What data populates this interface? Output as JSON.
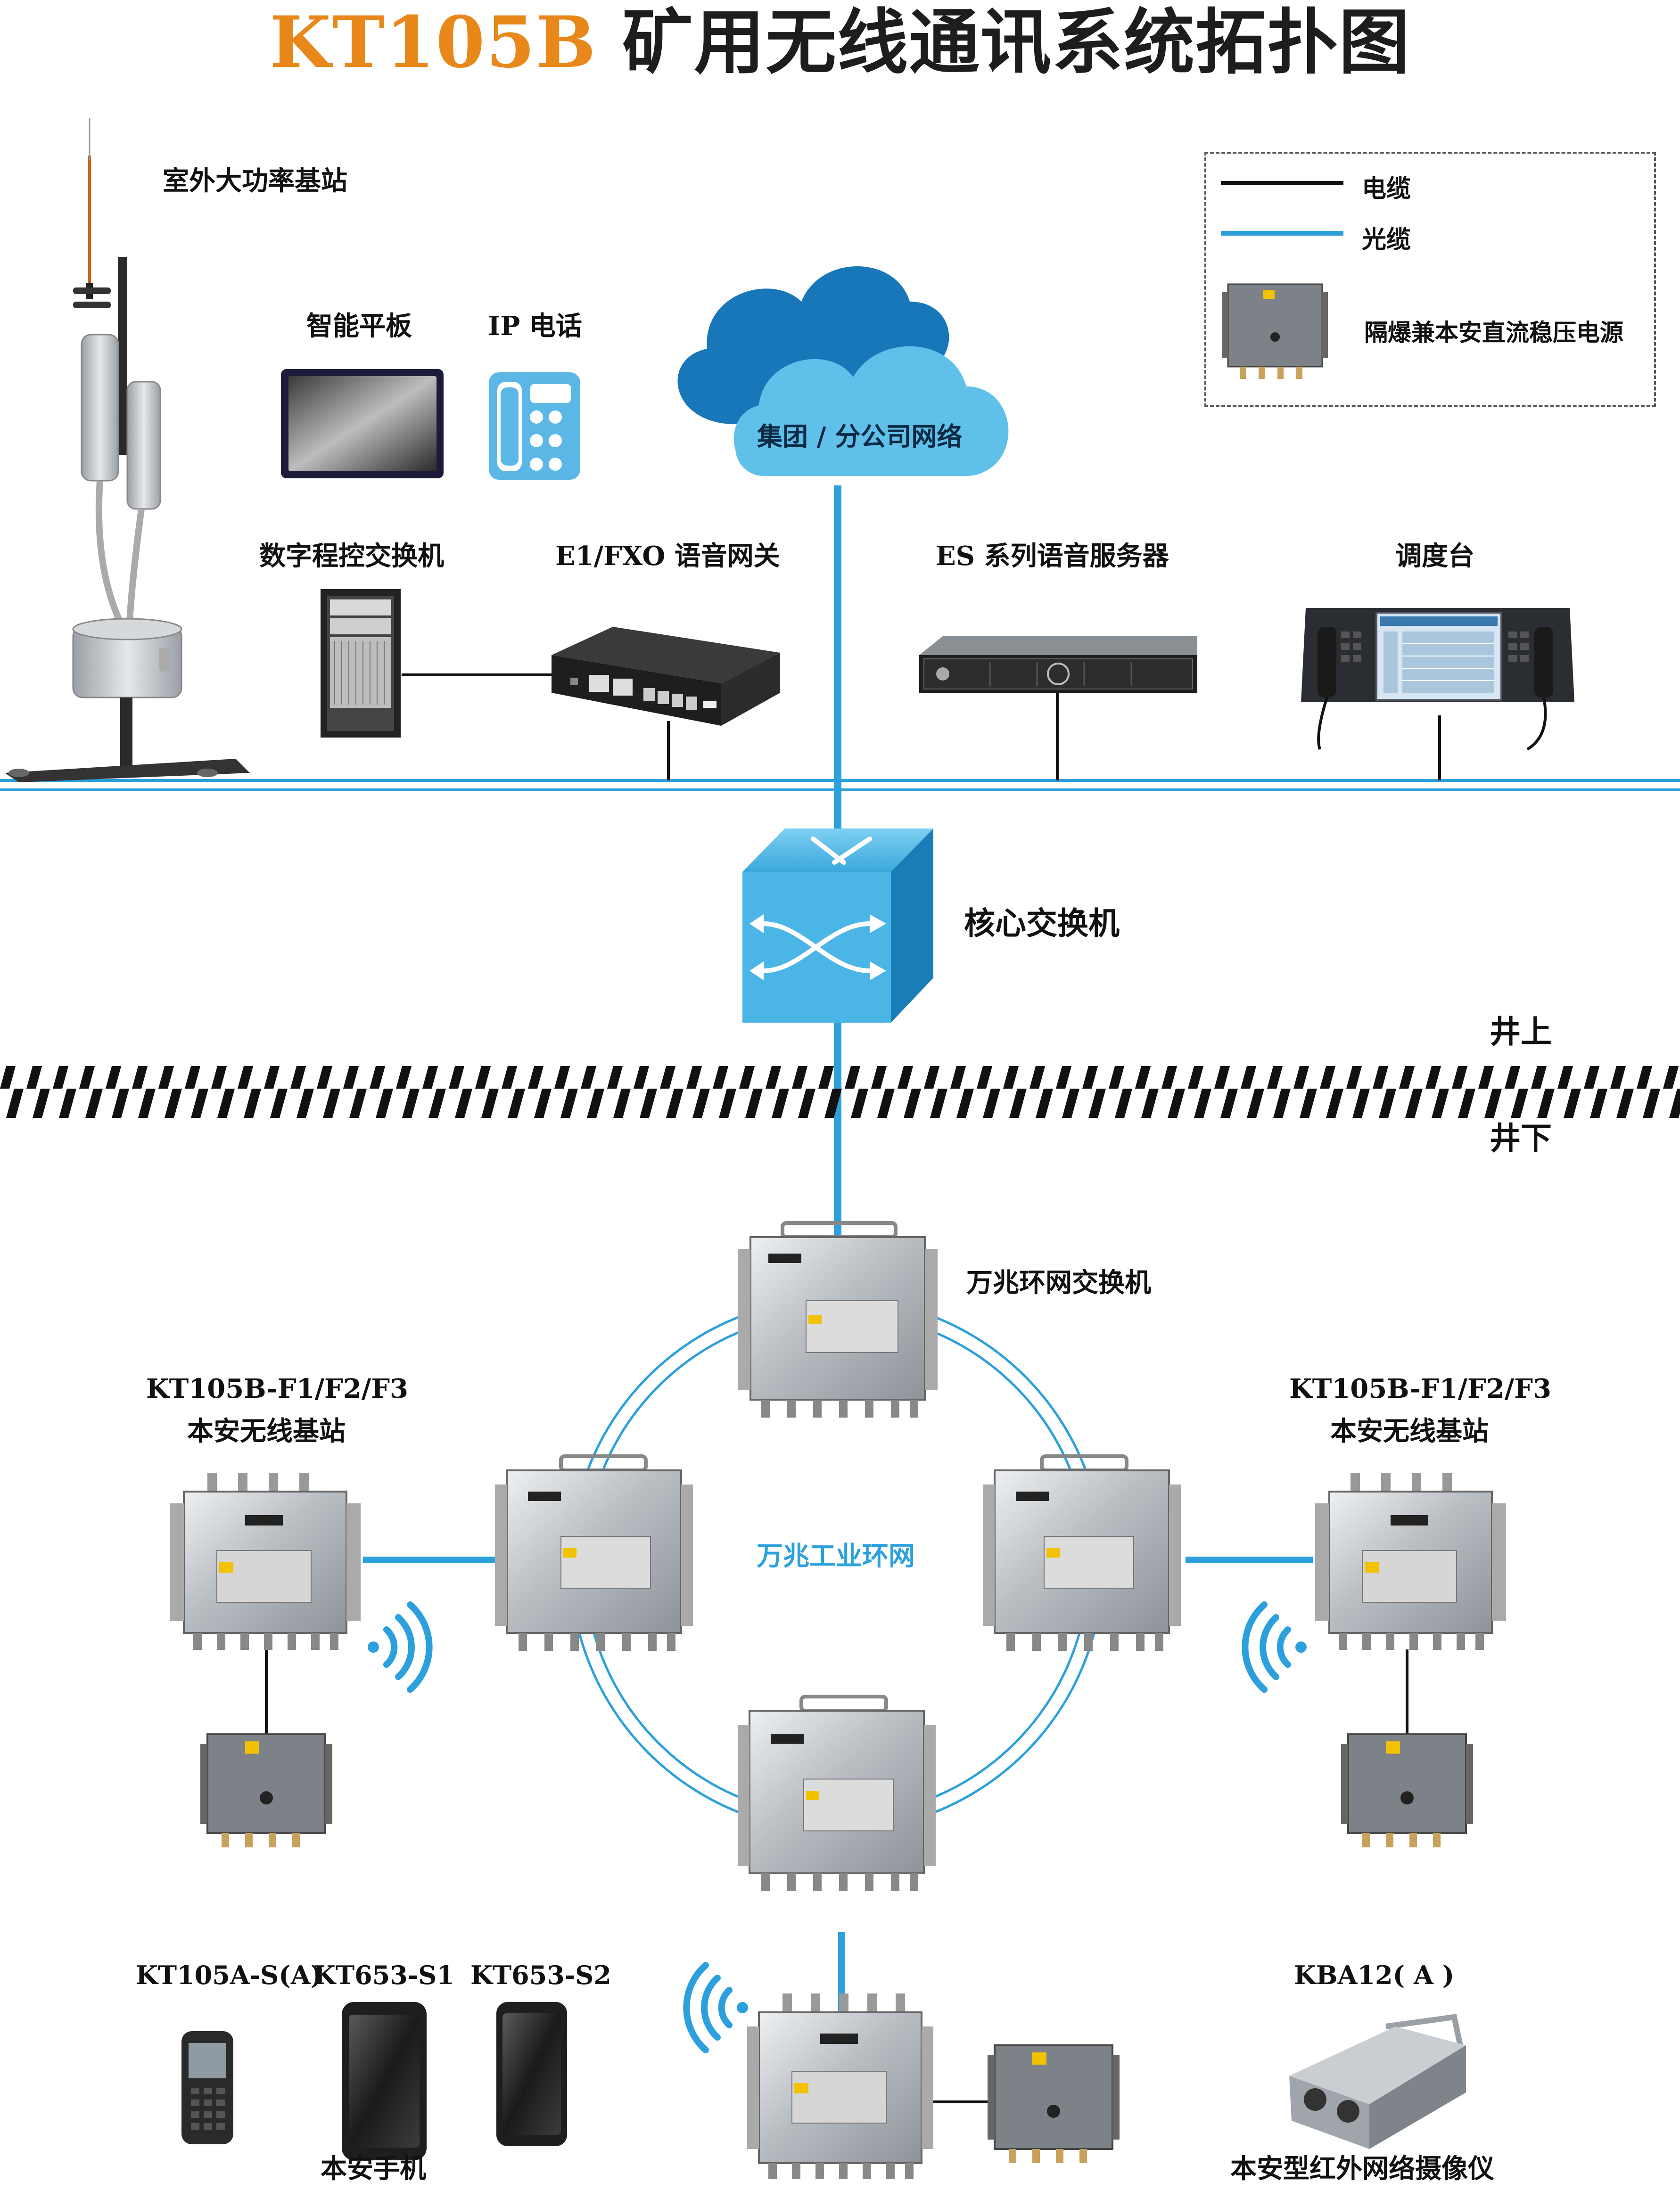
{
  "title": {
    "model": "KT105B",
    "main": " 矿用无线通讯系统拓扑图"
  },
  "legend": {
    "cable": "电缆",
    "fiber": "光缆",
    "power": "隔爆兼本安直流稳压电源"
  },
  "colors": {
    "fiber": "#2ba0dc",
    "cable": "#111111",
    "title_accent": "#e8871a",
    "cloud_dark": "#1777b8",
    "cloud_light": "#5fc0ea"
  },
  "surface": {
    "outdoor_station": "室外大功率基站",
    "tablet": "智能平板",
    "ip_phone": "IP 电话",
    "cloud": "集团 / 分公司网络",
    "pbx": "数字程控交换机",
    "gateway": "E1/FXO 语音网关",
    "voice_server": "ES 系列语音服务器",
    "console": "调度台",
    "core_switch": "核心交换机"
  },
  "boundary": {
    "above": "井上",
    "below": "井下"
  },
  "underground": {
    "ring_switch": "万兆环网交换机",
    "ring": "万兆工业环网",
    "bs_left_model": "KT105B-F1/F2/F3",
    "bs_left_name": "本安无线基站",
    "bs_right_model": "KT105B-F1/F2/F3",
    "bs_right_name": "本安无线基站",
    "phone1": "KT105A-S(A)",
    "phone2": "KT653-S1",
    "phone3": "KT653-S2",
    "phones_caption": "本安手机",
    "camera_model": "KBA12( A )",
    "camera_caption": "本安型红外网络摄像仪"
  }
}
